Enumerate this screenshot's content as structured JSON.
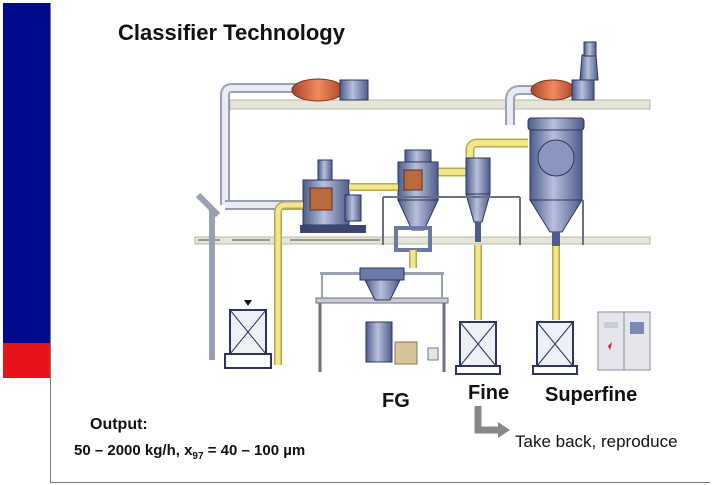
{
  "title": "Classifier Technology",
  "labels": {
    "fg": "FG",
    "fine": "Fine",
    "superfine": "Superfine"
  },
  "output": {
    "heading": "Output:",
    "rate": "50 – 2000 kg/h, x",
    "sub": "97",
    "range": " = 40 – 100 µm"
  },
  "note": "Take back, reproduce",
  "colors": {
    "accent_blue": "#000a8c",
    "accent_red": "#e8141c",
    "pipe_yellow": "#f2e58c",
    "steel": "#6a7aa8",
    "blower": "#d9603a"
  }
}
